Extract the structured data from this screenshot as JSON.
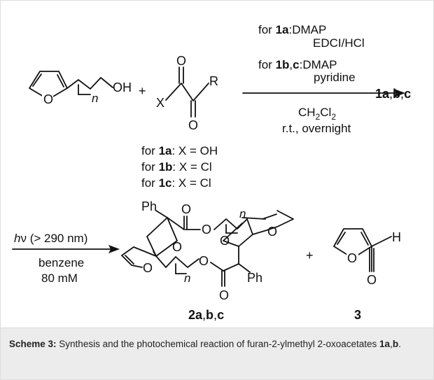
{
  "scheme": {
    "reagents_1a_prefix": "for ",
    "reagents_1a_compound": "1a",
    "reagents_1a_text": ":DMAP",
    "reagents_1a_line2": "EDCI/HCl",
    "reagents_1bc_prefix": "for ",
    "reagents_1bc_compound": "1b",
    "reagents_1bc_sep": ",",
    "reagents_1bc_compound2": "c",
    "reagents_1bc_text": ":DMAP",
    "reagents_1bc_line2": "pyridine",
    "solvent_main": "CH",
    "solvent_sub1": "2",
    "solvent_cl": "Cl",
    "solvent_sub2": "2",
    "conditions": "r.t., overnight",
    "product_label_a": "1a",
    "product_label_sep1": ",",
    "product_label_b": "b",
    "product_label_sep2": ",",
    "product_label_c": "c",
    "furan_oh": "OH",
    "furan_o": "O",
    "furan_n": "n",
    "plus1": "+",
    "keto_x": "X",
    "keto_r": "R",
    "keto_o1": "O",
    "keto_o2": "O",
    "subst_1a_prefix": "for ",
    "subst_1a_bold": "1a",
    "subst_1a_text": ": X = OH",
    "subst_1b_prefix": "for ",
    "subst_1b_bold": "1b",
    "subst_1b_text": ": X = Cl",
    "subst_1c_prefix": "for ",
    "subst_1c_bold": "1c",
    "subst_1c_text": ": X = Cl",
    "hv_h": "h",
    "hv_nu": "ν",
    "hv_text": " (> 290 nm)",
    "hv_solvent": "benzene",
    "hv_conc": "80 mM",
    "ph1": "Ph",
    "ph2": "Ph",
    "mc_o_top": "O",
    "mc_o_bottom": "O",
    "mc_o1": "O",
    "mc_o2": "O",
    "mc_o3": "O",
    "mc_o4": "O",
    "mc_o5": "O",
    "mc_o6": "O",
    "mc_n1": "n",
    "mc_n2": "n",
    "label2_a": "2a",
    "label2_sep1": ",",
    "label2_b": "b",
    "label2_sep2": ",",
    "label2_c": "c",
    "plus2": "+",
    "ald_h": "H",
    "ald_o": "O",
    "ald_ring_o": "O",
    "label3": "3"
  },
  "caption": {
    "label": "Scheme 3:",
    "text1": " Synthesis and the photochemical reaction of furan-2-ylmethyl 2-oxoacetates ",
    "c1": "1a",
    "sep": ",",
    "c2": "b",
    "end": "."
  }
}
